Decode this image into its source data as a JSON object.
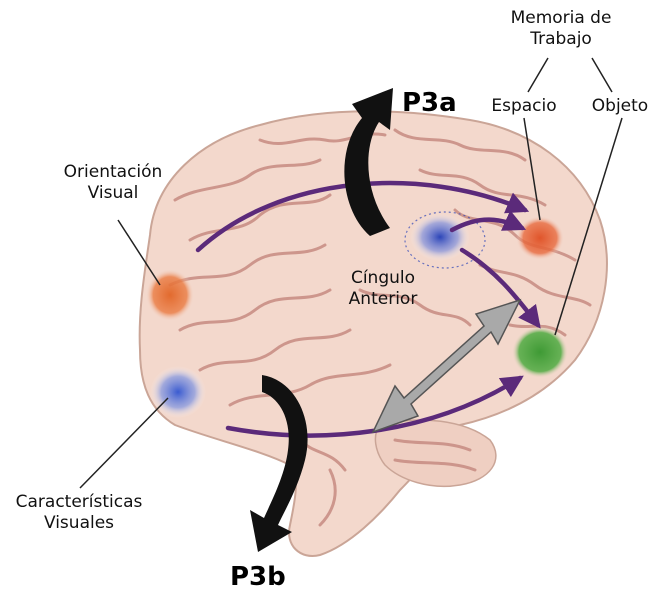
{
  "labels": {
    "memoria_line1": "Memoria de",
    "memoria_line2": "Trabajo",
    "espacio": "Espacio",
    "objeto": "Objeto",
    "p3a": "P3a",
    "p3b": "P3b",
    "orientacion_line1": "Orientación",
    "orientacion_line2": "Visual",
    "cingulo_line1": "Cíngulo",
    "cingulo_line2": "Anterior",
    "caracteristicas_line1": "Características",
    "caracteristicas_line2": "Visuales"
  },
  "colors": {
    "brain_fill": "#f3d8cc",
    "brain_outline": "#caa597",
    "gyri": "#c98f86",
    "pathway": "#5b2a7a",
    "frontal_red": "#e0552b",
    "visual_orange": "#e26a2e",
    "cingulate_blue": "#2c45b8",
    "feature_blue": "#3a5bd0",
    "object_green": "#3f9a35",
    "bidirectional_arrow": "#a9a9a9",
    "curved_arrows": "#111111"
  }
}
